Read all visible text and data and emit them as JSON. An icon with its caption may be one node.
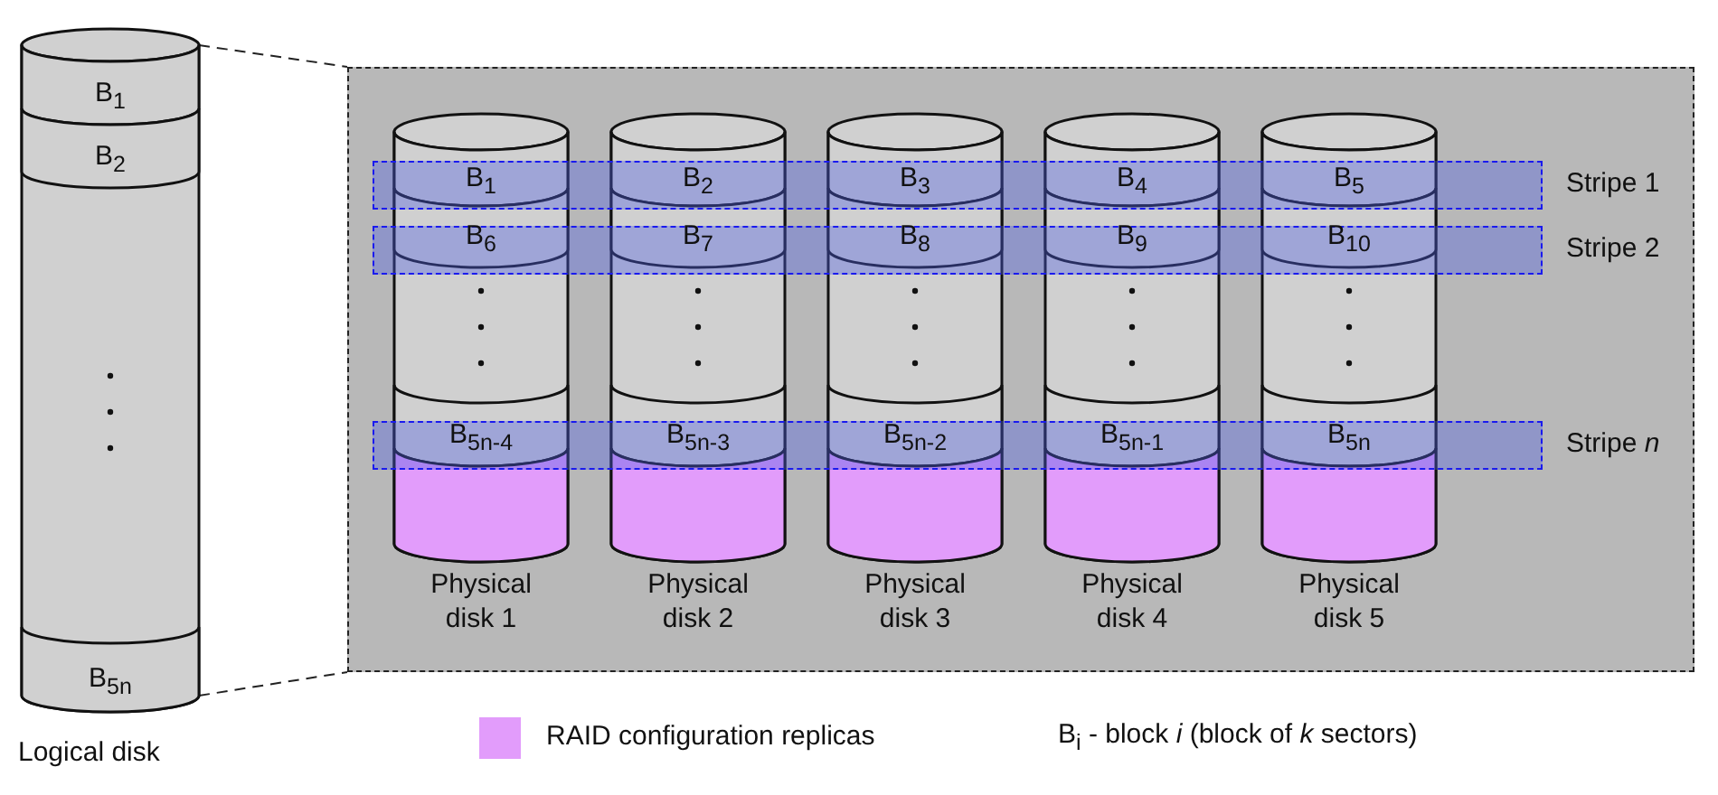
{
  "diagram": {
    "nodes": [
      {
        "text": [],
        "shape": "cylinder",
        "beside": [
          "Logical disk"
        ]
      },
      {
        "text": [
          "B$_{1}$"
        ],
        "in": 0
      },
      {
        "text": [
          "B$_{2}$"
        ],
        "in": 0
      },
      {
        "text": [
          "B$_{5n}$"
        ],
        "in": 0
      },
      {
        "text": [],
        "shape": "box"
      },
      {
        "text": [],
        "shape": "cylinder",
        "beside": [
          "Physical disk 1"
        ],
        "in": 4
      },
      {
        "text": [
          "B$_{1}$"
        ],
        "in": 5
      },
      {
        "text": [
          "B$_{6}$"
        ],
        "in": 5
      },
      {
        "text": [
          "B$_{5n-4}$"
        ],
        "in": 5
      },
      {
        "text": [],
        "shape": "cylinder",
        "in": 5
      },
      {
        "text": [],
        "shape": "cylinder",
        "beside": [
          "Physical disk 2"
        ],
        "in": 4
      },
      {
        "text": [
          "B$_{2}$"
        ],
        "in": 10
      },
      {
        "text": [
          "B$_{7}$"
        ],
        "in": 10
      },
      {
        "text": [
          "B$_{5n-3}$"
        ],
        "in": 10
      },
      {
        "text": [],
        "shape": "cylinder",
        "in": 10
      },
      {
        "text": [],
        "shape": "cylinder",
        "beside": [
          "Physical disk 3"
        ],
        "in": 4
      },
      {
        "text": [
          "B$_{3}$"
        ],
        "in": 15
      },
      {
        "text": [
          "B$_{8}$"
        ],
        "in": 15
      },
      {
        "text": [
          "B$_{5n-2}$"
        ],
        "in": 15
      },
      {
        "text": [],
        "shape": "cylinder",
        "in": 15
      },
      {
        "text": [],
        "shape": "cylinder",
        "beside": [
          "Physical disk 4"
        ],
        "in": 4
      },
      {
        "text": [
          "B$_{4}$"
        ],
        "in": 20
      },
      {
        "text": [
          "B$_{9}$"
        ],
        "in": 20
      },
      {
        "text": [
          "B$_{5n-1}$"
        ],
        "in": 20
      },
      {
        "text": [],
        "shape": "cylinder",
        "in": 20
      },
      {
        "text": [],
        "shape": "cylinder",
        "beside": [
          "Physical disk 5"
        ],
        "in": 4
      },
      {
        "text": [
          "B$_{5}$"
        ],
        "in": 25
      },
      {
        "text": [
          "B$_{10}$"
        ],
        "in": 25
      },
      {
        "text": [
          "B$_{5n}$"
        ],
        "in": 25
      },
      {
        "text": [],
        "shape": "cylinder",
        "in": 25
      },
      {
        "text": [
          "Stripe 1"
        ],
        "in": 4
      },
      {
        "text": [
          "Stripe 2"
        ],
        "in": 4
      },
      {
        "text": [
          "Stripe *n*"
        ],
        "in": 4
      }
    ],
    "edges": [
      {
        "from": 0,
        "to": 4,
        "arrow": "none",
        "style": "dashed"
      },
      {
        "from": 0,
        "to": 4,
        "arrow": "none",
        "style": "dashed"
      }
    ],
    "labels": [
      "B$_{i}$ - block *i* (block of *k* sectors)"
    ],
    "legend": [
      {
        "text": "RAID configuration replicas",
        "color": "#e29cfb"
      }
    ]
  }
}
